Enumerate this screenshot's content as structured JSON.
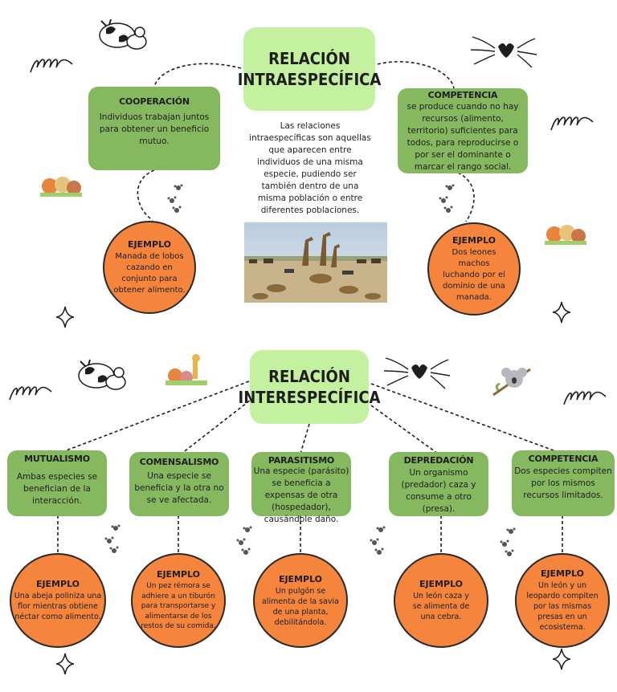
{
  "intra": {
    "title_line1": "RELACIÓN",
    "title_line2": "INTRAESPECÍFICA",
    "description": "Las relaciones intraespecíficas son aquellas que aparecen entre individuos de una misma especie, pudiendo ser también dentro de una misma población o entre diferentes poblaciones.",
    "cooperacion": {
      "heading": "COOPERACIÓN",
      "body": "Individuos trabajan juntos para obtener un beneficio mutuo.",
      "example_heading": "EJEMPLO",
      "example": "Manada de lobos cazando en conjunto para obtener alimento."
    },
    "competencia": {
      "heading": "COMPETENCIA",
      "body": "se produce cuando no hay recursos (alimento, territorio) suficientes para todos, para reproducirse o por ser el dominante o marcar el rango social.",
      "example_heading": "EJEMPLO",
      "example": "Dos leones machos luchando por el dominio de una manada."
    }
  },
  "inter": {
    "title_line1": "RELACIÓN",
    "title_line2": "INTERESPECÍFICA",
    "categories": [
      {
        "heading": "MUTUALISMO",
        "body": "Ambas especies se benefician de la interacción.",
        "example_heading": "EJEMPLO",
        "example": "Una abeja poliniza una flor mientras obtiene néctar como alimento."
      },
      {
        "heading": "COMENSALISMO",
        "body": "Una especie se beneficia y la otra no se ve afectada.",
        "example_heading": "EJEMPLO",
        "example": "Un pez rémora se adhiere a un tiburón para transportarse y alimentarse de los restos de su comida."
      },
      {
        "heading": "PARASITISMO",
        "body": "Una especie (parásito) se beneficia a expensas de otra (hospedador), causándole daño.",
        "example_heading": "EJEMPLO",
        "example": "Un pulgón se alimenta de la savia de una planta, debilitándola."
      },
      {
        "heading": "DEPREDACIÓN",
        "body": "Un organismo (predador) caza y consume a otro (presa).",
        "example_heading": "EJEMPLO",
        "example": "Un león caza y se alimenta de una cebra."
      },
      {
        "heading": "COMPETENCIA",
        "body": "Dos especies compiten por los mismos recursos limitados.",
        "example_heading": "EJEMPLO",
        "example": "Un león y un leopardo compiten por las mismas presas en un ecosistema."
      }
    ]
  },
  "colors": {
    "title_bg": "#c4f1a0",
    "category_bg": "#86b95f",
    "example_bg": "#f5843c"
  }
}
